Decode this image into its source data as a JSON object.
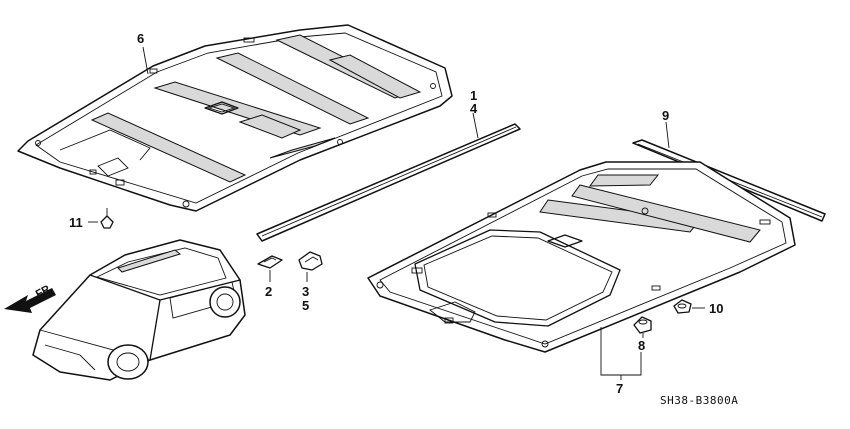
{
  "callouts": {
    "c1": "1",
    "c4": "4",
    "c6": "6",
    "c9": "9",
    "c11": "11",
    "c2": "2",
    "c3": "3",
    "c5": "5",
    "c10": "10",
    "c8": "8",
    "c7": "7"
  },
  "direction_label": "FR.",
  "diagram_code": "SH38-B3800A"
}
